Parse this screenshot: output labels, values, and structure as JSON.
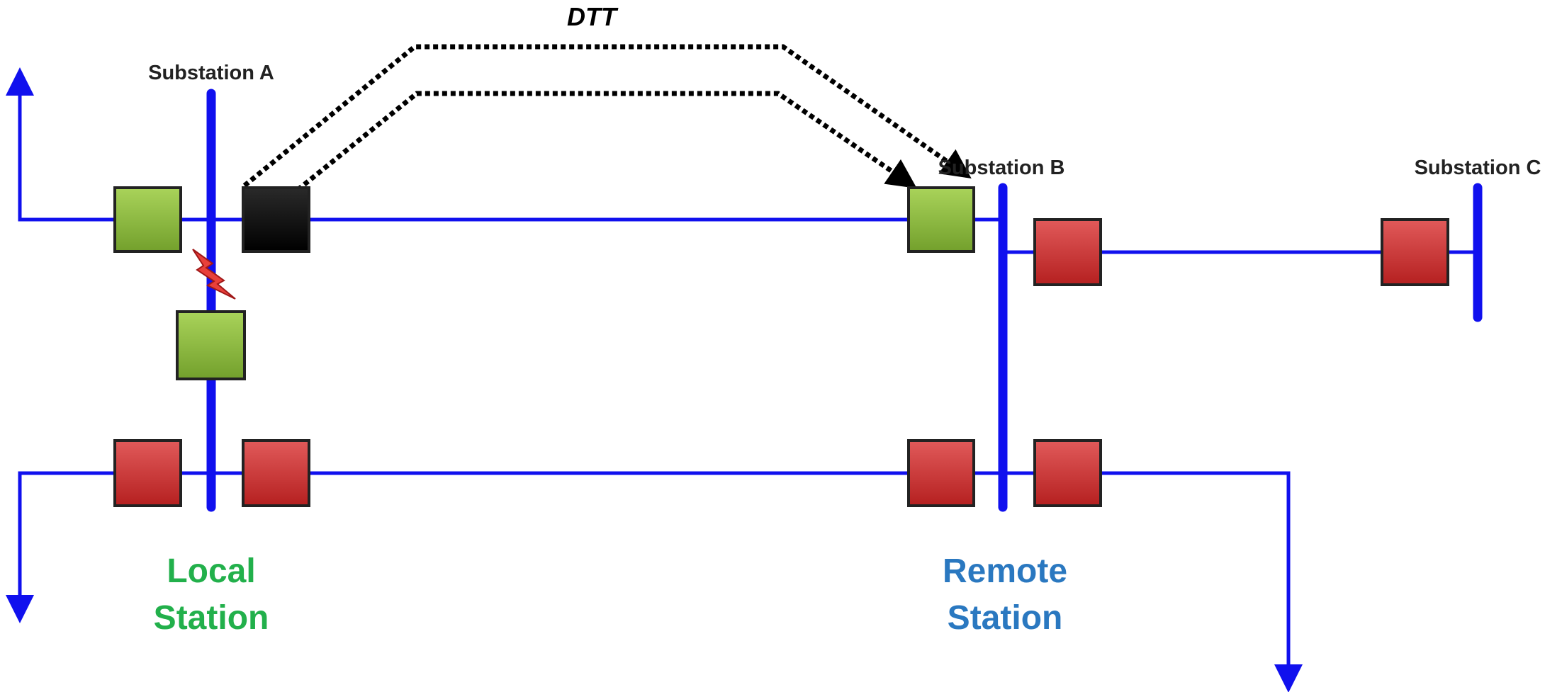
{
  "dtt_label": "DTT",
  "substations": {
    "a": "Substation A",
    "b": "Substation B",
    "c": "Substation C"
  },
  "local_station": [
    "Local",
    "Station"
  ],
  "remote_station": [
    "Remote",
    "Station"
  ],
  "colors": {
    "bus": "#1010ee",
    "breaker_closed": "#cc2a2a",
    "breaker_open": "#8dbb3c",
    "breaker_dtt": "#111111",
    "local_station_text": "#22b04b",
    "remote_station_text": "#2a78c0",
    "fault": "#e8403a",
    "dtt_signal": "#000000"
  },
  "breakers": [
    {
      "name": "breaker-a-line-bc",
      "state": "open"
    },
    {
      "name": "breaker-a-line-b-dtt",
      "state": "dtt"
    },
    {
      "name": "breaker-a-bus-tie",
      "state": "open"
    },
    {
      "name": "breaker-a-line-lower",
      "state": "closed"
    },
    {
      "name": "breaker-a-line-ab-lower",
      "state": "closed"
    },
    {
      "name": "breaker-b-line-a-upper",
      "state": "open"
    },
    {
      "name": "breaker-b-line-c",
      "state": "closed"
    },
    {
      "name": "breaker-c-line-b",
      "state": "closed"
    },
    {
      "name": "breaker-b-line-a-lower",
      "state": "closed"
    },
    {
      "name": "breaker-b-line-lower",
      "state": "closed"
    }
  ]
}
